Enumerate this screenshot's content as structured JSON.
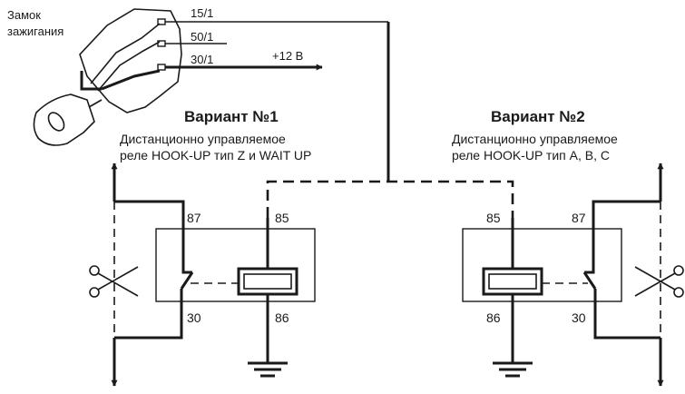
{
  "ignition": {
    "label_line1": "Замок",
    "label_line2": "зажигания",
    "terminal_15": "15/1",
    "terminal_50": "50/1",
    "terminal_30": "30/1",
    "supply": "+12 В"
  },
  "variant1": {
    "title": "Вариант №1",
    "desc_line1": "Дистанционно управляемое",
    "desc_line2": "реле HOOK-UP тип Z и WAIT UP",
    "pin_87": "87",
    "pin_85": "85",
    "pin_30": "30",
    "pin_86": "86"
  },
  "variant2": {
    "title": "Вариант №2",
    "desc_line1": "Дистанционно управляемое",
    "desc_line2": "реле HOOK-UP тип A, B, C",
    "pin_85": "85",
    "pin_87": "87",
    "pin_86": "86",
    "pin_30": "30"
  },
  "colors": {
    "line": "#1a1a1a",
    "background": "#ffffff"
  }
}
